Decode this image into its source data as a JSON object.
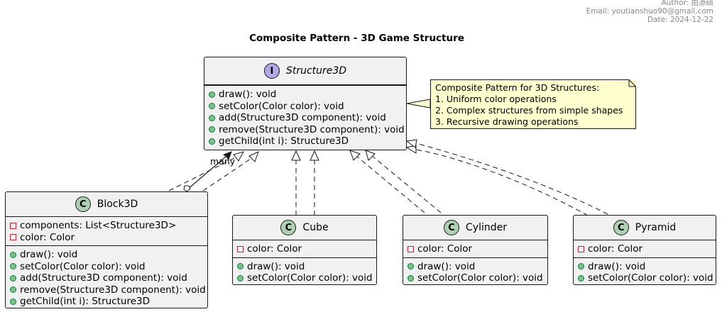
{
  "header": {
    "author": "Author: 由添硕",
    "email": "Email: youtianshuo90@gmail.com",
    "date": "Date: 2024-12-22"
  },
  "title": "Composite Pattern - 3D Game Structure",
  "interface": {
    "stereotype": "I",
    "name": "Structure3D",
    "methods": [
      "draw(): void",
      "setColor(Color color): void",
      "add(Structure3D component): void",
      "remove(Structure3D component): void",
      "getChild(int i): Structure3D"
    ]
  },
  "note": {
    "lines": [
      "Composite Pattern for 3D Structures:",
      "1. Uniform color operations",
      "2. Complex structures from simple shapes",
      "3. Recursive drawing operations"
    ]
  },
  "classes": [
    {
      "stereotype": "C",
      "name": "Block3D",
      "fields": [
        "components: List<Structure3D>",
        "color: Color"
      ],
      "methods": [
        "draw(): void",
        "setColor(Color color): void",
        "add(Structure3D component): void",
        "remove(Structure3D component): void",
        "getChild(int i): Structure3D"
      ]
    },
    {
      "stereotype": "C",
      "name": "Cube",
      "fields": [
        "color: Color"
      ],
      "methods": [
        "draw(): void",
        "setColor(Color color): void"
      ]
    },
    {
      "stereotype": "C",
      "name": "Cylinder",
      "fields": [
        "color: Color"
      ],
      "methods": [
        "draw(): void",
        "setColor(Color color): void"
      ]
    },
    {
      "stereotype": "C",
      "name": "Pyramid",
      "fields": [
        "color: Color"
      ],
      "methods": [
        "draw(): void",
        "setColor(Color color): void"
      ]
    }
  ],
  "association_label": "many",
  "colors": {
    "interface_badge": "#b4a7e5",
    "class_badge": "#add1b2",
    "box_fill": "#f1f1f1",
    "note_fill": "#fefece",
    "public_icon": "#84be84",
    "private_icon": "#c82930"
  }
}
